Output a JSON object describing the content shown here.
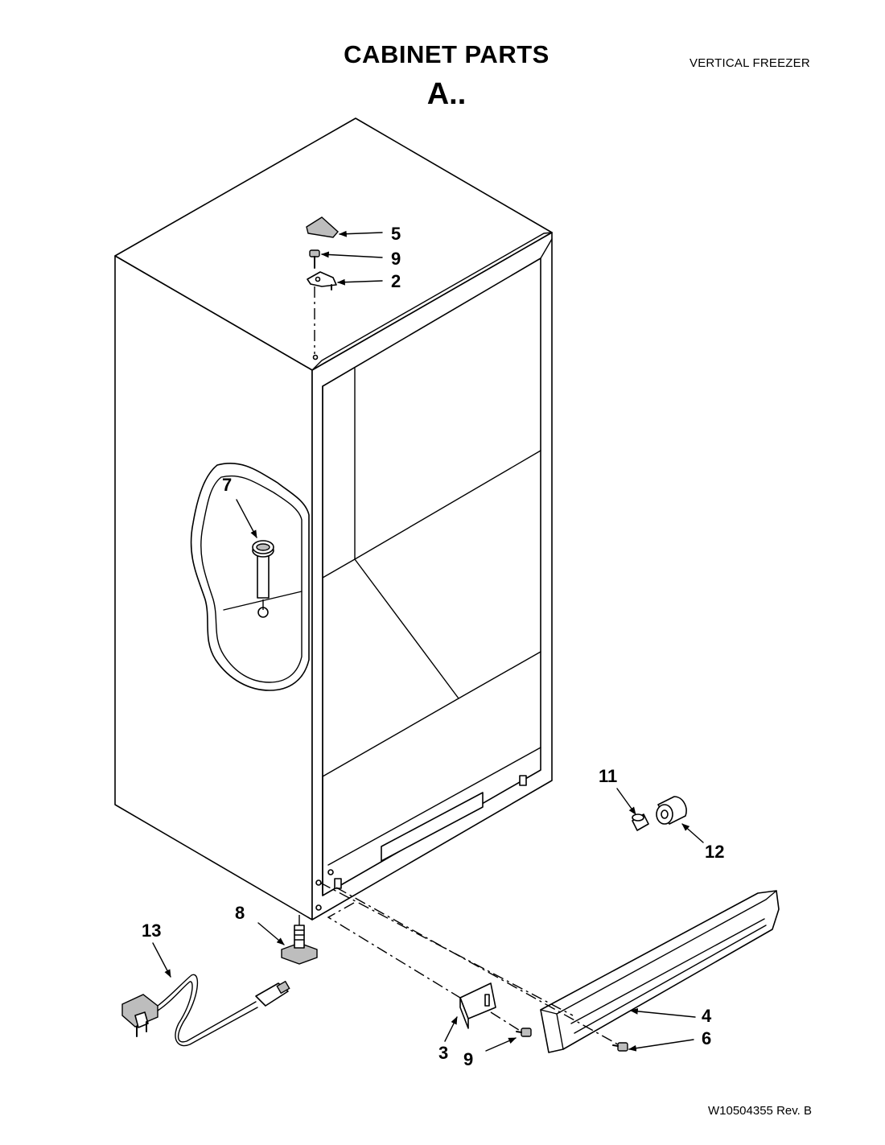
{
  "header": {
    "title": "CABINET PARTS",
    "subtitle": "A..",
    "product": "VERTICAL FREEZER"
  },
  "footer": {
    "doc_number": "W10504355 Rev. B"
  },
  "callouts": [
    {
      "id": "c5",
      "label": "5"
    },
    {
      "id": "c9top",
      "label": "9"
    },
    {
      "id": "c2",
      "label": "2"
    },
    {
      "id": "c7",
      "label": "7"
    },
    {
      "id": "c11",
      "label": "11"
    },
    {
      "id": "c12",
      "label": "12"
    },
    {
      "id": "c8",
      "label": "8"
    },
    {
      "id": "c13",
      "label": "13"
    },
    {
      "id": "c4",
      "label": "4"
    },
    {
      "id": "c6",
      "label": "6"
    },
    {
      "id": "c3",
      "label": "3"
    },
    {
      "id": "c9bot",
      "label": "9"
    }
  ]
}
